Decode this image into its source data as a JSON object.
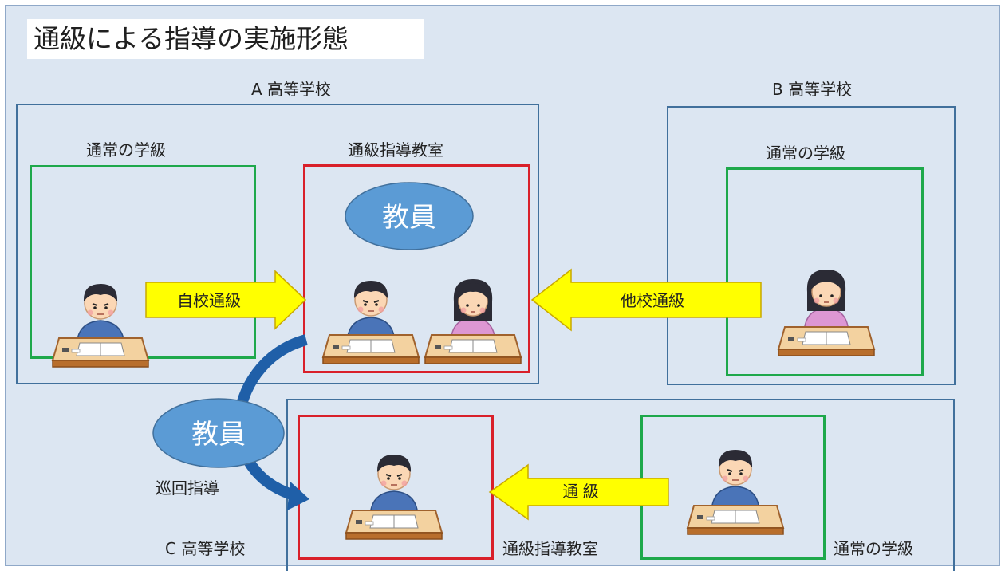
{
  "title": "通級による指導の実施形態",
  "schools": {
    "a": {
      "label": "A 高等学校",
      "regular_class": "通常の学級",
      "resource_room": "通級指導教室"
    },
    "b": {
      "label": "B 高等学校",
      "regular_class": "通常の学級"
    },
    "c": {
      "label": "C 高等学校",
      "regular_class": "通常の学級",
      "resource_room": "通級指導教室"
    }
  },
  "teacher_label": "教員",
  "arrows": {
    "own_school": "自校通級",
    "other_school": "他校通級",
    "c_school": "通 級"
  },
  "itinerant_label": "巡回指導",
  "colors": {
    "background": "#dce6f2",
    "school_border": "#41709c",
    "class_border": "#1ea84b",
    "room_border": "#d9202a",
    "teacher_ellipse": "#5b9bd5",
    "arrow_fill": "#ffff00",
    "curve_arrow": "#1f5fa8"
  }
}
